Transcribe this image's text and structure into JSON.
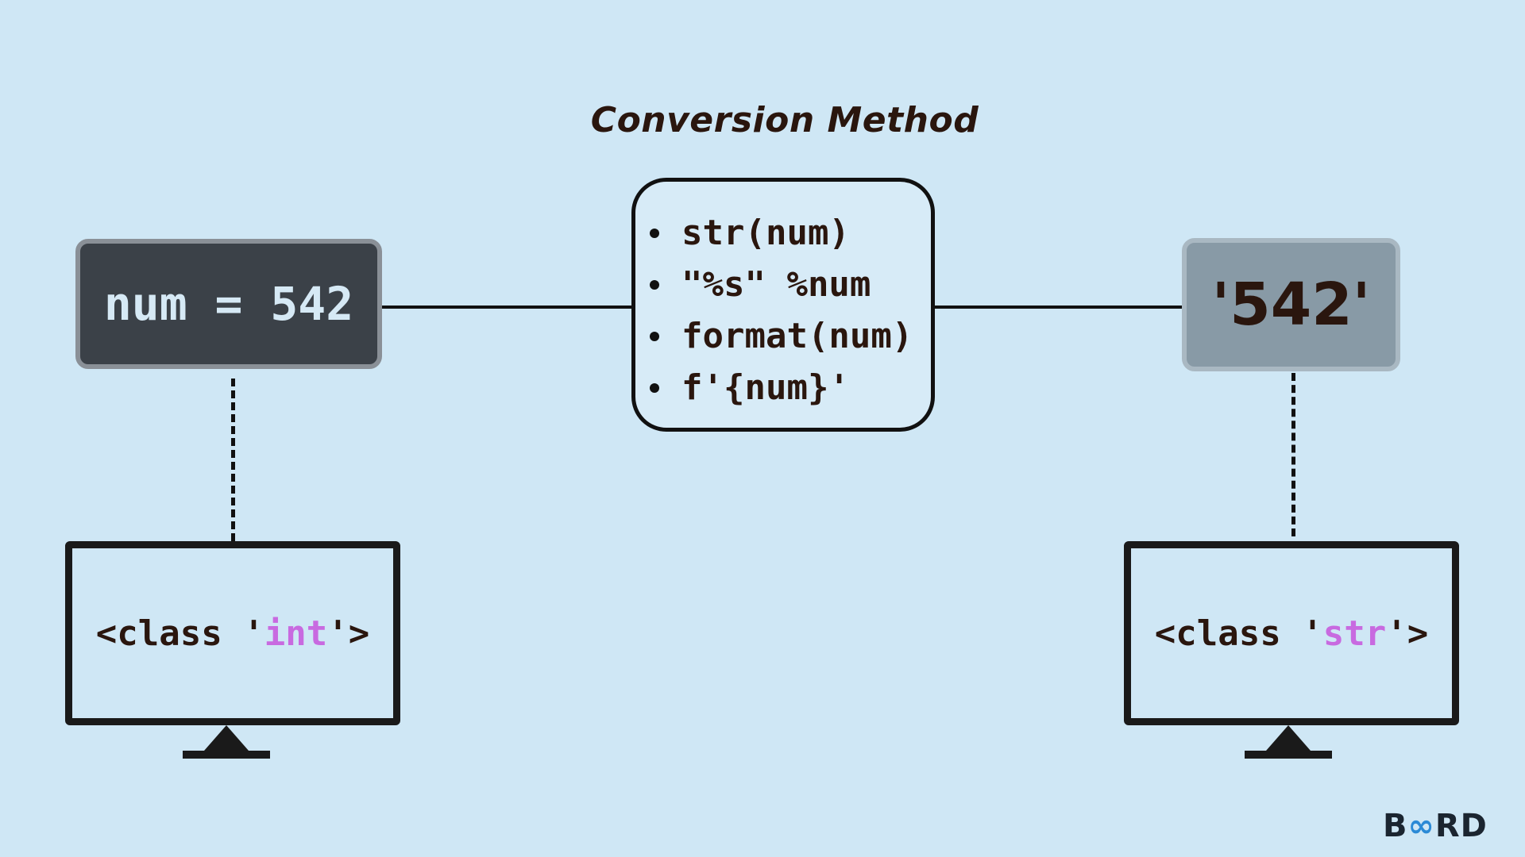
{
  "title": "Conversion Method",
  "source": {
    "code": "num = 542"
  },
  "methods": [
    "str(num)",
    "\"%s\" %num",
    "format(num)",
    "f'{num}'"
  ],
  "result": {
    "value": "'542'"
  },
  "left_monitor": {
    "prefix": "<class '",
    "type": "int",
    "suffix": "'>"
  },
  "right_monitor": {
    "prefix": "<class '",
    "type": "str",
    "suffix": "'>"
  },
  "logo": {
    "part1": "B",
    "part2": "∞",
    "part3": "RD"
  },
  "colors": {
    "background": "#cfe7f5",
    "source_box": "#3b4148",
    "result_box": "#889aa6",
    "type_highlight": "#c86ae0",
    "text": "#2a160e"
  }
}
